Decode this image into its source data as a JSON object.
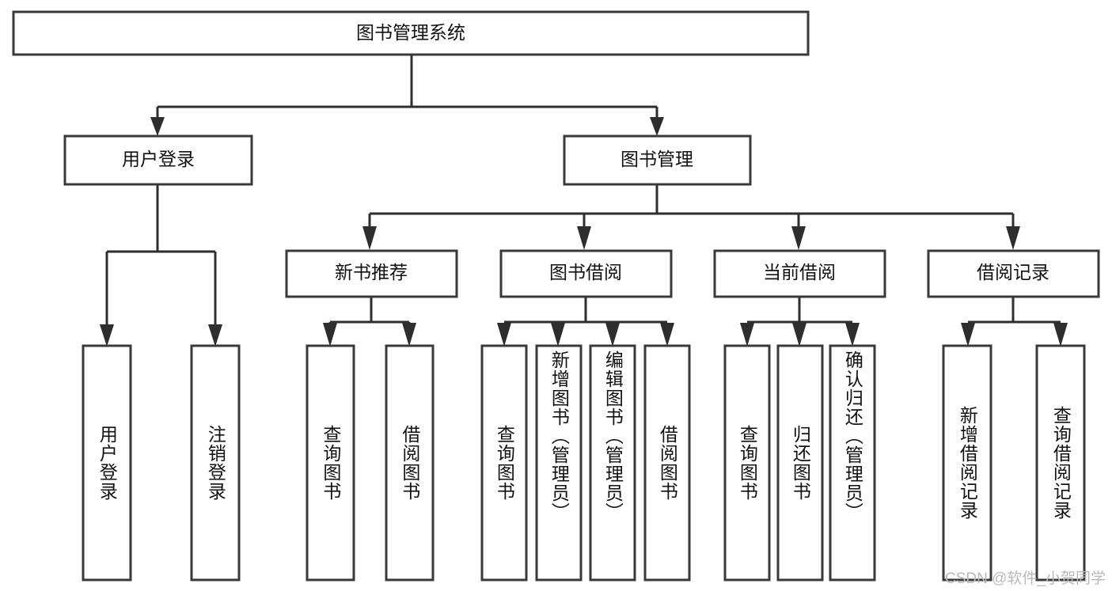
{
  "diagram": {
    "type": "tree",
    "title": "图书管理系统",
    "root": {
      "id": "root",
      "label": "图书管理系统",
      "orientation": "horizontal"
    },
    "level2": [
      {
        "id": "user-login",
        "label": "用户登录",
        "orientation": "horizontal"
      },
      {
        "id": "book-manage",
        "label": "图书管理",
        "orientation": "horizontal"
      }
    ],
    "level3": [
      {
        "id": "new-book-recommend",
        "label": "新书推荐",
        "orientation": "horizontal",
        "parent": "book-manage"
      },
      {
        "id": "book-borrow",
        "label": "图书借阅",
        "orientation": "horizontal",
        "parent": "book-manage"
      },
      {
        "id": "current-borrow",
        "label": "当前借阅",
        "orientation": "horizontal",
        "parent": "book-manage"
      },
      {
        "id": "borrow-record",
        "label": "借阅记录",
        "orientation": "horizontal",
        "parent": "book-manage"
      }
    ],
    "leaves": [
      {
        "id": "leaf-user-login",
        "label": "用户登录",
        "orientation": "vertical",
        "parent": "user-login"
      },
      {
        "id": "leaf-logout-login",
        "label": "注销登录",
        "orientation": "vertical",
        "parent": "user-login"
      },
      {
        "id": "leaf-query-book-1",
        "label": "查询图书",
        "orientation": "vertical",
        "parent": "new-book-recommend"
      },
      {
        "id": "leaf-borrow-book-1",
        "label": "借阅图书",
        "orientation": "vertical",
        "parent": "new-book-recommend"
      },
      {
        "id": "leaf-query-book-2",
        "label": "查询图书",
        "orientation": "vertical",
        "parent": "book-borrow"
      },
      {
        "id": "leaf-add-book-admin",
        "label": "新增图书（管理员）",
        "orientation": "vertical",
        "parent": "book-borrow"
      },
      {
        "id": "leaf-edit-book-admin",
        "label": "编辑图书（管理员）",
        "orientation": "vertical",
        "parent": "book-borrow"
      },
      {
        "id": "leaf-borrow-book-2",
        "label": "借阅图书",
        "orientation": "vertical",
        "parent": "book-borrow"
      },
      {
        "id": "leaf-query-book-3",
        "label": "查询图书",
        "orientation": "vertical",
        "parent": "current-borrow"
      },
      {
        "id": "leaf-return-book",
        "label": "归还图书",
        "orientation": "vertical",
        "parent": "current-borrow"
      },
      {
        "id": "leaf-confirm-return-admin",
        "label": "确认归还（管理员）",
        "orientation": "vertical",
        "parent": "current-borrow"
      },
      {
        "id": "leaf-add-borrow-record",
        "label": "新增借阅记录",
        "orientation": "vertical",
        "parent": "borrow-record"
      },
      {
        "id": "leaf-query-borrow-record",
        "label": "查询借阅记录",
        "orientation": "vertical",
        "parent": "borrow-record"
      }
    ]
  },
  "watermark": {
    "text": "CSDN @软件_小贺同学"
  },
  "colors": {
    "box_stroke": "#3a3a3a",
    "connector": "#2e2e2e",
    "text": "#111111",
    "background": "#ffffff",
    "watermark": "#b9b9b9"
  }
}
